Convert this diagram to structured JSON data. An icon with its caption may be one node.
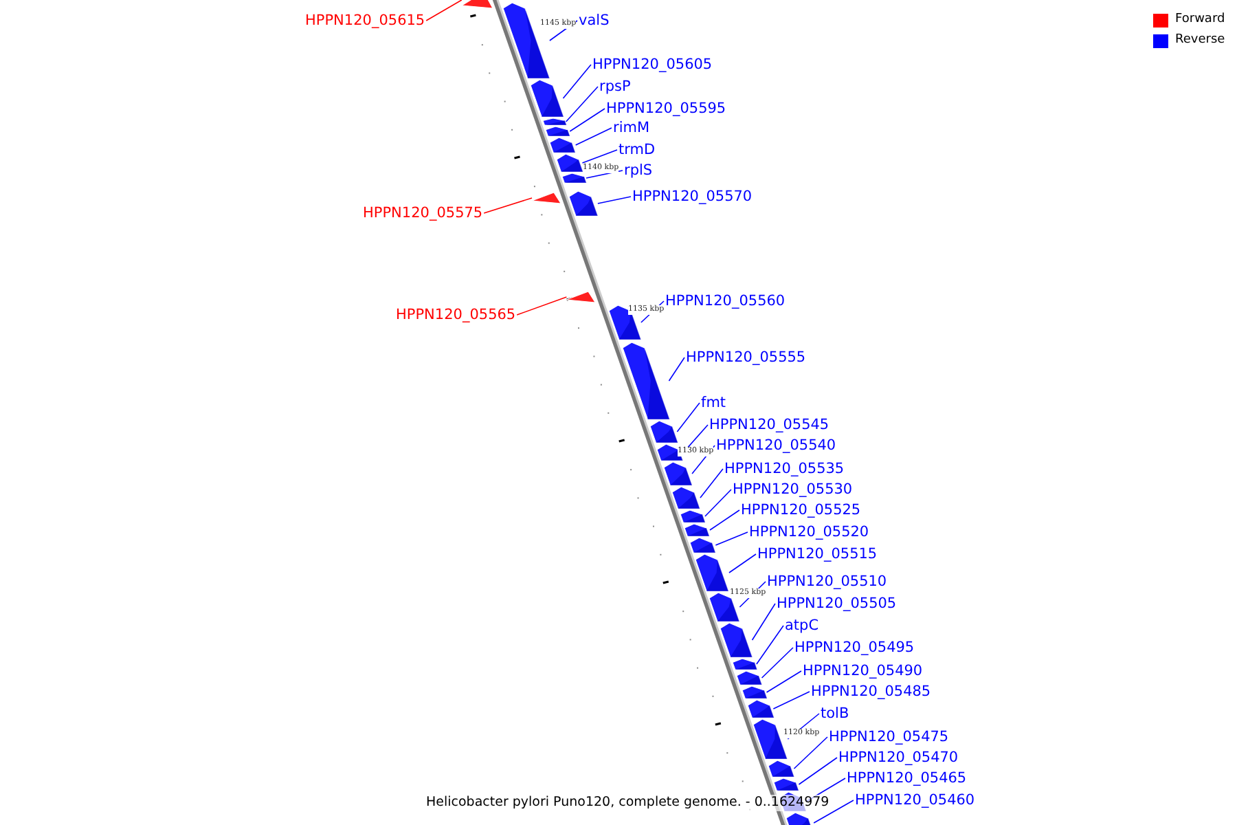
{
  "diagram": {
    "caption": "Helicobacter pylori Puno120, complete genome. - 0..1624979",
    "nodes": [
      {
        "text": [
          "HPPN120_05615"
        ]
      },
      {
        "text": [],
        "shape": "bar"
      },
      {
        "text": [
          "valS"
        ]
      },
      {
        "text": [],
        "shape": "bar"
      },
      {
        "text": [
          "HPPN120_05605"
        ]
      },
      {
        "text": [],
        "shape": "bar"
      },
      {
        "text": [
          "rpsP"
        ]
      },
      {
        "text": [],
        "shape": "bar"
      },
      {
        "text": [
          "HPPN120_05595"
        ]
      },
      {
        "text": [],
        "shape": "bar"
      },
      {
        "text": [
          "rimM"
        ]
      },
      {
        "text": [],
        "shape": "bar"
      },
      {
        "text": [
          "trmD"
        ]
      },
      {
        "text": [],
        "shape": "bar"
      },
      {
        "text": [
          "rplS"
        ]
      },
      {
        "text": [],
        "shape": "bar"
      },
      {
        "text": [
          "HPPN120_05575"
        ]
      },
      {
        "text": [],
        "shape": "bar"
      },
      {
        "text": [
          "HPPN120_05570"
        ]
      },
      {
        "text": [],
        "shape": "bar"
      },
      {
        "text": [
          "HPPN120_05565"
        ]
      },
      {
        "text": [],
        "shape": "bar"
      },
      {
        "text": [
          "HPPN120_05560"
        ]
      },
      {
        "text": [],
        "shape": "bar"
      },
      {
        "text": [
          "HPPN120_05555"
        ]
      },
      {
        "text": [],
        "shape": "bar"
      },
      {
        "text": [
          "fmt"
        ]
      },
      {
        "text": [],
        "shape": "bar"
      },
      {
        "text": [
          "HPPN120_05545"
        ]
      },
      {
        "text": [],
        "shape": "bar"
      },
      {
        "text": [
          "HPPN120_05540"
        ]
      },
      {
        "text": [],
        "shape": "bar"
      },
      {
        "text": [
          "HPPN120_05535"
        ]
      },
      {
        "text": [],
        "shape": "bar"
      },
      {
        "text": [
          "HPPN120_05530"
        ]
      },
      {
        "text": [],
        "shape": "bar"
      },
      {
        "text": [
          "HPPN120_05525"
        ]
      },
      {
        "text": [],
        "shape": "bar"
      },
      {
        "text": [
          "HPPN120_05520"
        ]
      },
      {
        "text": [],
        "shape": "bar"
      },
      {
        "text": [
          "HPPN120_05515"
        ]
      },
      {
        "text": [],
        "shape": "bar"
      },
      {
        "text": [
          "HPPN120_05510"
        ]
      },
      {
        "text": [],
        "shape": "bar"
      },
      {
        "text": [
          "HPPN120_05505"
        ]
      },
      {
        "text": [],
        "shape": "bar"
      },
      {
        "text": [
          "atpC"
        ]
      },
      {
        "text": [],
        "shape": "bar"
      },
      {
        "text": [
          "HPPN120_05495"
        ]
      },
      {
        "text": [],
        "shape": "bar"
      },
      {
        "text": [
          "HPPN120_05490"
        ]
      },
      {
        "text": [],
        "shape": "bar"
      },
      {
        "text": [
          "HPPN120_05485"
        ]
      },
      {
        "text": [],
        "shape": "bar"
      },
      {
        "text": [
          "tolB"
        ]
      },
      {
        "text": [],
        "shape": "bar"
      },
      {
        "text": [
          "HPPN120_05475"
        ]
      },
      {
        "text": [],
        "shape": "bar"
      },
      {
        "text": [
          "HPPN120_05470"
        ]
      },
      {
        "text": [],
        "shape": "bar"
      },
      {
        "text": [
          "HPPN120_05465"
        ]
      },
      {
        "text": [],
        "shape": "bar"
      },
      {
        "text": [
          "HPPN120_05460"
        ]
      },
      {
        "text": [],
        "shape": "bar"
      }
    ],
    "edges": [
      {
        "from": 0,
        "to": 1,
        "arrow": "none",
        "color": "#ff0000"
      },
      {
        "from": 2,
        "to": 3,
        "arrow": "none"
      },
      {
        "from": 4,
        "to": 5,
        "arrow": "none"
      },
      {
        "from": 6,
        "to": 7,
        "arrow": "none"
      },
      {
        "from": 8,
        "to": 9,
        "arrow": "none"
      },
      {
        "from": 10,
        "to": 11,
        "arrow": "none"
      },
      {
        "from": 12,
        "to": 13,
        "arrow": "none"
      },
      {
        "from": 14,
        "to": 15,
        "arrow": "none"
      },
      {
        "from": 16,
        "to": 17,
        "arrow": "none",
        "color": "#ff0000"
      },
      {
        "from": 18,
        "to": 19,
        "arrow": "none"
      },
      {
        "from": 20,
        "to": 21,
        "arrow": "none",
        "color": "#ff0000"
      },
      {
        "from": 22,
        "to": 23,
        "arrow": "none"
      },
      {
        "from": 24,
        "to": 25,
        "arrow": "none"
      },
      {
        "from": 26,
        "to": 27,
        "arrow": "none"
      },
      {
        "from": 28,
        "to": 29,
        "arrow": "none"
      },
      {
        "from": 30,
        "to": 31,
        "arrow": "none"
      },
      {
        "from": 32,
        "to": 33,
        "arrow": "none"
      },
      {
        "from": 34,
        "to": 35,
        "arrow": "none"
      },
      {
        "from": 36,
        "to": 37,
        "arrow": "none"
      },
      {
        "from": 38,
        "to": 39,
        "arrow": "none"
      },
      {
        "from": 40,
        "to": 41,
        "arrow": "none"
      },
      {
        "from": 42,
        "to": 43,
        "arrow": "none"
      },
      {
        "from": 44,
        "to": 45,
        "arrow": "none"
      },
      {
        "from": 46,
        "to": 47,
        "arrow": "none"
      },
      {
        "from": 48,
        "to": 49,
        "arrow": "none"
      },
      {
        "from": 50,
        "to": 51,
        "arrow": "none"
      },
      {
        "from": 52,
        "to": 53,
        "arrow": "none"
      },
      {
        "from": 54,
        "to": 55,
        "arrow": "none"
      },
      {
        "from": 56,
        "to": 57,
        "arrow": "none"
      },
      {
        "from": 58,
        "to": 59,
        "arrow": "none"
      },
      {
        "from": 60,
        "to": 61,
        "arrow": "none"
      },
      {
        "from": 62,
        "to": 63,
        "arrow": "none"
      }
    ],
    "labels": [
      "1145 kbp",
      "1140 kbp",
      "1135 kbp",
      "1130 kbp",
      "1125 kbp",
      "1120 kbp"
    ],
    "legend": [
      {
        "text": "Forward",
        "color": "#ff0000"
      },
      {
        "text": "Reverse",
        "color": "#0000ff"
      }
    ]
  }
}
